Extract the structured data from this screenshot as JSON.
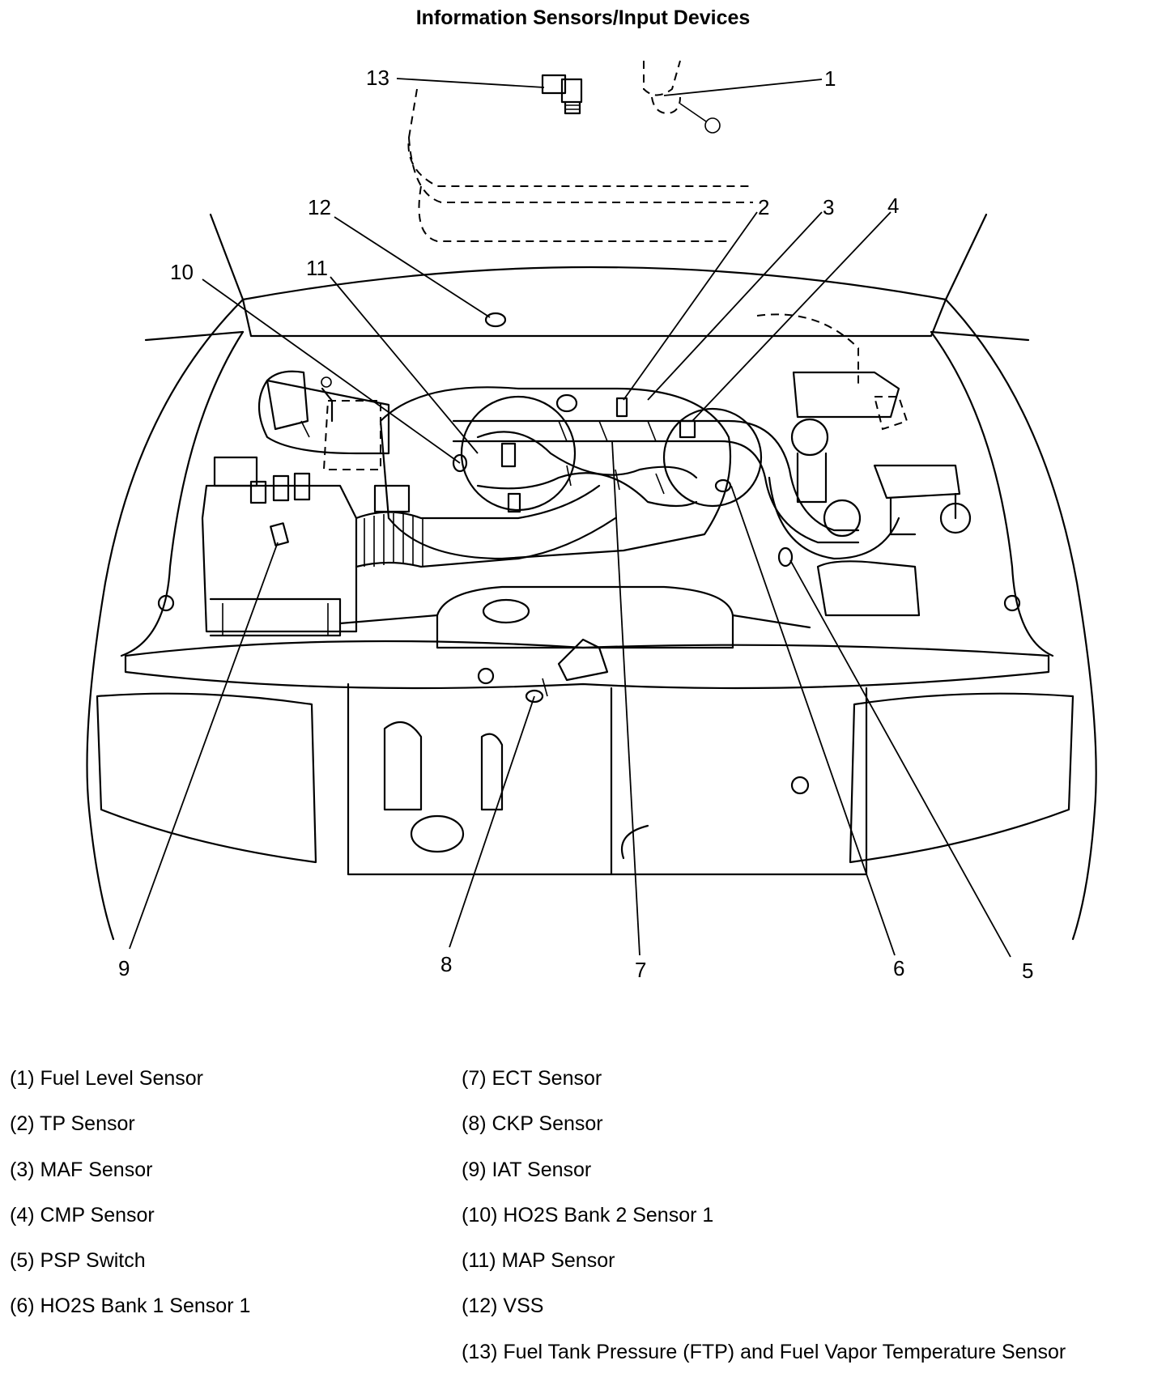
{
  "title": "Information Sensors/Input Devices",
  "callouts": [
    "1",
    "2",
    "3",
    "4",
    "5",
    "6",
    "7",
    "8",
    "9",
    "10",
    "11",
    "12",
    "13"
  ],
  "legend": {
    "left": [
      "(1) Fuel Level Sensor",
      "(2) TP Sensor",
      "(3) MAF Sensor",
      "(4) CMP Sensor",
      "(5) PSP Switch",
      "(6) HO2S Bank 1 Sensor 1"
    ],
    "right": [
      "(7) ECT Sensor",
      "(8) CKP Sensor",
      "(9) IAT Sensor",
      "(10) HO2S Bank 2 Sensor 1",
      "(11) MAP Sensor",
      "(12) VSS",
      "(13) Fuel Tank Pressure (FTP) and Fuel Vapor Temperature Sensor"
    ]
  }
}
